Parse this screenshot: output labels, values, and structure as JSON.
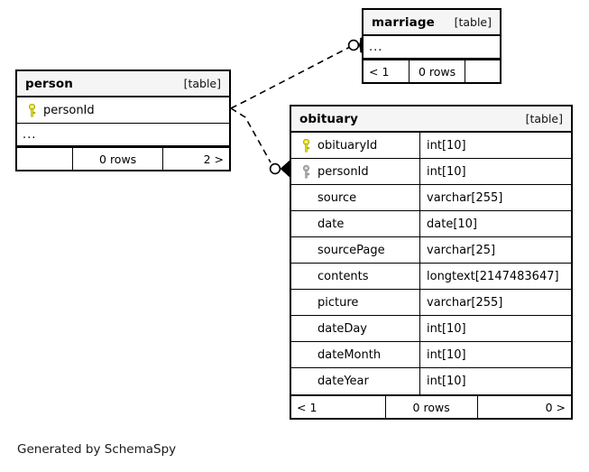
{
  "diagram": {
    "caption": "Generated by SchemaSpy",
    "kind_label": "[table]",
    "ellipsis": "...",
    "colors": {
      "primary_key": "#e8e413",
      "foreign_key": "#b0b0b0",
      "header_background": "#f5f5f5",
      "border": "#000000",
      "background": "#ffffff"
    },
    "icons": {
      "primary_key": "key-icon",
      "foreign_key": "key-icon"
    }
  },
  "tables": {
    "person": {
      "name": "person",
      "kind": "[table]",
      "columns": [
        {
          "name": "personId",
          "key": "primary",
          "key_icon": "primary-key-icon"
        }
      ],
      "has_more_columns": true,
      "more_columns_label": "...",
      "footer": {
        "left": "",
        "middle": "0 rows",
        "right": "2 >"
      }
    },
    "marriage": {
      "name": "marriage",
      "kind": "[table]",
      "columns": [],
      "has_more_columns": true,
      "more_columns_label": "...",
      "footer": {
        "left": "< 1",
        "middle": "0 rows",
        "right": ""
      }
    },
    "obituary": {
      "name": "obituary",
      "kind": "[table]",
      "columns": [
        {
          "name": "obituaryId",
          "type": "int[10]",
          "key": "primary",
          "key_icon": "primary-key-icon"
        },
        {
          "name": "personId",
          "type": "int[10]",
          "key": "foreign",
          "key_icon": "foreign-key-icon"
        },
        {
          "name": "source",
          "type": "varchar[255]",
          "key": "none",
          "key_icon": ""
        },
        {
          "name": "date",
          "type": "date[10]",
          "key": "none",
          "key_icon": ""
        },
        {
          "name": "sourcePage",
          "type": "varchar[25]",
          "key": "none",
          "key_icon": ""
        },
        {
          "name": "contents",
          "type": "longtext[2147483647]",
          "key": "none",
          "key_icon": ""
        },
        {
          "name": "picture",
          "type": "varchar[255]",
          "key": "none",
          "key_icon": ""
        },
        {
          "name": "dateDay",
          "type": "int[10]",
          "key": "none",
          "key_icon": ""
        },
        {
          "name": "dateMonth",
          "type": "int[10]",
          "key": "none",
          "key_icon": ""
        },
        {
          "name": "dateYear",
          "type": "int[10]",
          "key": "none",
          "key_icon": ""
        }
      ],
      "has_more_columns": false,
      "more_columns_label": "",
      "footer": {
        "left": "< 1",
        "middle": "0 rows",
        "right": "0 >"
      }
    }
  },
  "relationships": [
    {
      "from": "person",
      "to": "marriage",
      "style": "dashed",
      "from_cardinality": "optional-one",
      "to_cardinality": "many"
    },
    {
      "from": "person",
      "to": "obituary",
      "style": "dashed",
      "from_cardinality": "optional-one",
      "to_cardinality": "many"
    }
  ]
}
